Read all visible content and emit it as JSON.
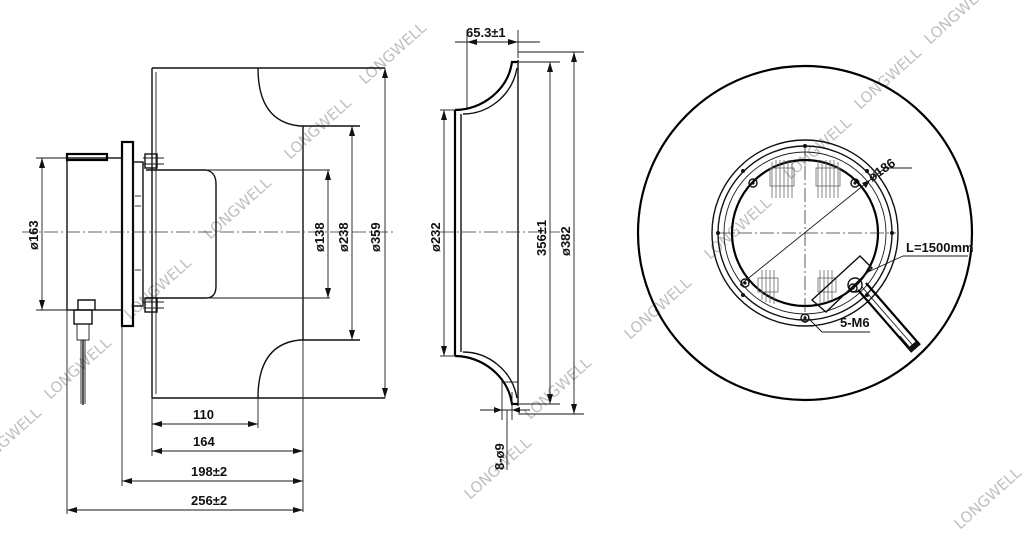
{
  "side_view": {
    "dims": {
      "d163": "ø163",
      "d138": "ø138",
      "d238": "ø238",
      "d359": "ø359",
      "l110": "110",
      "l164": "164",
      "l198": "198±2",
      "l256": "256±2"
    }
  },
  "section_view": {
    "dims": {
      "w653": "65.3±1",
      "d232": "ø232",
      "d356": "356±1",
      "d382": "ø382",
      "holes": "8-ø9"
    }
  },
  "front_view": {
    "labels": {
      "d186": "ø186",
      "cable": "L=1500mm",
      "screws": "5-M6"
    }
  },
  "watermark": "LONGWELL",
  "colors": {
    "line": "#111111",
    "watermark": "#bfbfbf",
    "background": "#ffffff"
  }
}
